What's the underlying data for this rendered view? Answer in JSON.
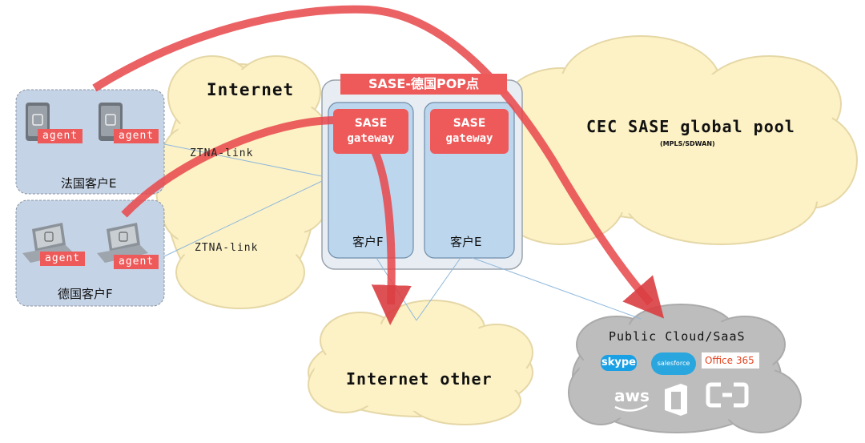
{
  "clouds": {
    "internet": "Internet",
    "cec_pool": "CEC SASE global pool",
    "cec_pool_sub": "(MPLS/SDWAN)",
    "internet_other": "Internet other",
    "public_cloud": "Public Cloud/SaaS"
  },
  "pop": {
    "banner": "SASE-德国POP点",
    "gateway_line1": "SASE",
    "gateway_line2": "gateway",
    "tenant_f": "客户F",
    "tenant_e": "客户E"
  },
  "links": {
    "ztna_top": "ZTNA-link",
    "ztna_bottom": "ZTNA-link"
  },
  "sites": {
    "france": "法国客户E",
    "germany": "德国客户F",
    "agent": "agent"
  },
  "saas_logos": {
    "skype": "skype",
    "salesforce": "salesforce",
    "office365": "Office 365",
    "aws": "aws"
  },
  "colors": {
    "cloud_fill": "#fdf2c6",
    "cloud_stroke": "#e5d7a6",
    "saas_cloud_fill": "#bfbfbf",
    "accent_red": "#e8474a",
    "site_box": "#c5d3e6",
    "pop_box": "#e8edf3",
    "tenant_box": "#bcd6ee",
    "link_line": "#8fb8dc"
  }
}
